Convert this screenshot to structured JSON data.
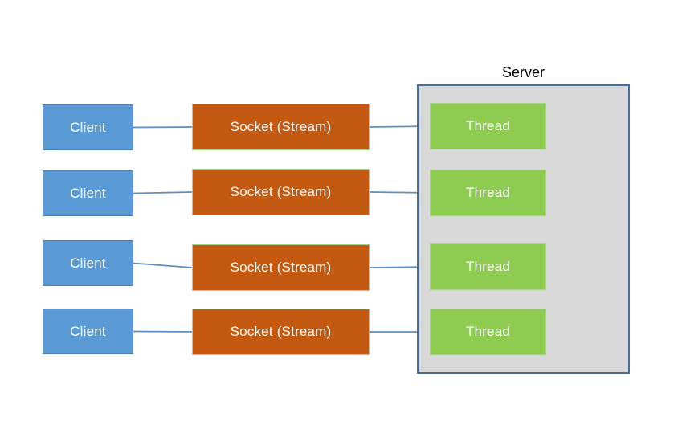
{
  "diagram": {
    "title": "Server",
    "server_label": "Server",
    "rows": [
      {
        "client": "Client",
        "socket": "Socket (Stream)",
        "thread": "Thread"
      },
      {
        "client": "Client",
        "socket": "Socket (Stream)",
        "thread": "Thread"
      },
      {
        "client": "Client",
        "socket": "Socket (Stream)",
        "thread": "Thread"
      },
      {
        "client": "Client",
        "socket": "Socket (Stream)",
        "thread": "Thread"
      }
    ]
  },
  "colors": {
    "client-fill": "#5B9BD5",
    "client-border": "#4981BE",
    "socket-fill": "#C45911",
    "socket-border": "#A9D18E",
    "thread-fill": "#8DCC51",
    "thread-border": "#A9D18E",
    "server-fill": "#D9D9D9",
    "server-border": "#41719C",
    "connector": "#5B8FC6",
    "box-text": "#FFFFFF",
    "server-text": "#000000"
  }
}
